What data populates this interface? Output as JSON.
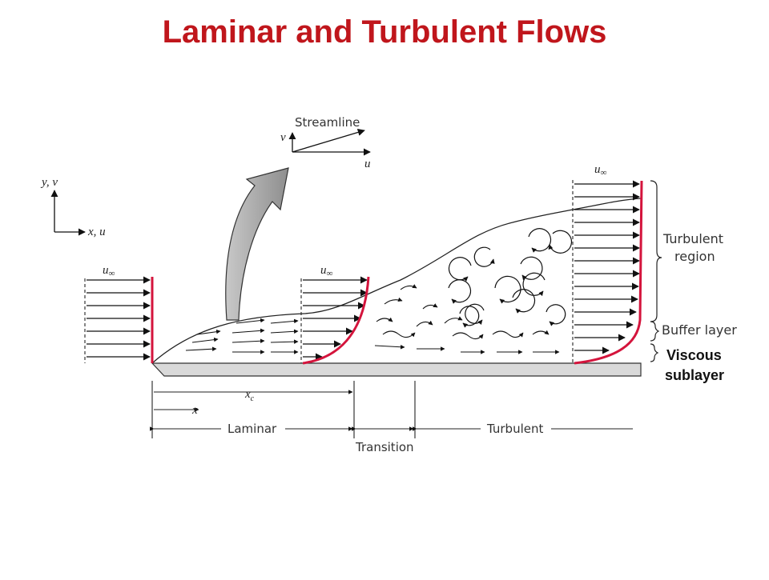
{
  "title": "Laminar and Turbulent Flows",
  "labels": {
    "streamline": "Streamline",
    "v": "v",
    "u": "u",
    "y_v": "y, v",
    "x_u": "x, u",
    "u_inf": "u",
    "inf": "∞",
    "xc": "x",
    "xc_sub": "c",
    "x": "x",
    "laminar": "Laminar",
    "transition": "Transition",
    "turbulent": "Turbulent",
    "turbulent_region": [
      "Turbulent",
      "region"
    ],
    "buffer_layer": "Buffer layer",
    "viscous_sublayer": [
      "Viscous",
      "sublayer"
    ]
  },
  "colors": {
    "title": "#c0161c",
    "profile": "#d4143c",
    "plate": "#d9d9d9",
    "curved_arrow": "#a9a9a9",
    "line": "#222222"
  },
  "icons": [
    "curved-arrow-icon",
    "axis-arrow-icon",
    "eddy-icon"
  ]
}
